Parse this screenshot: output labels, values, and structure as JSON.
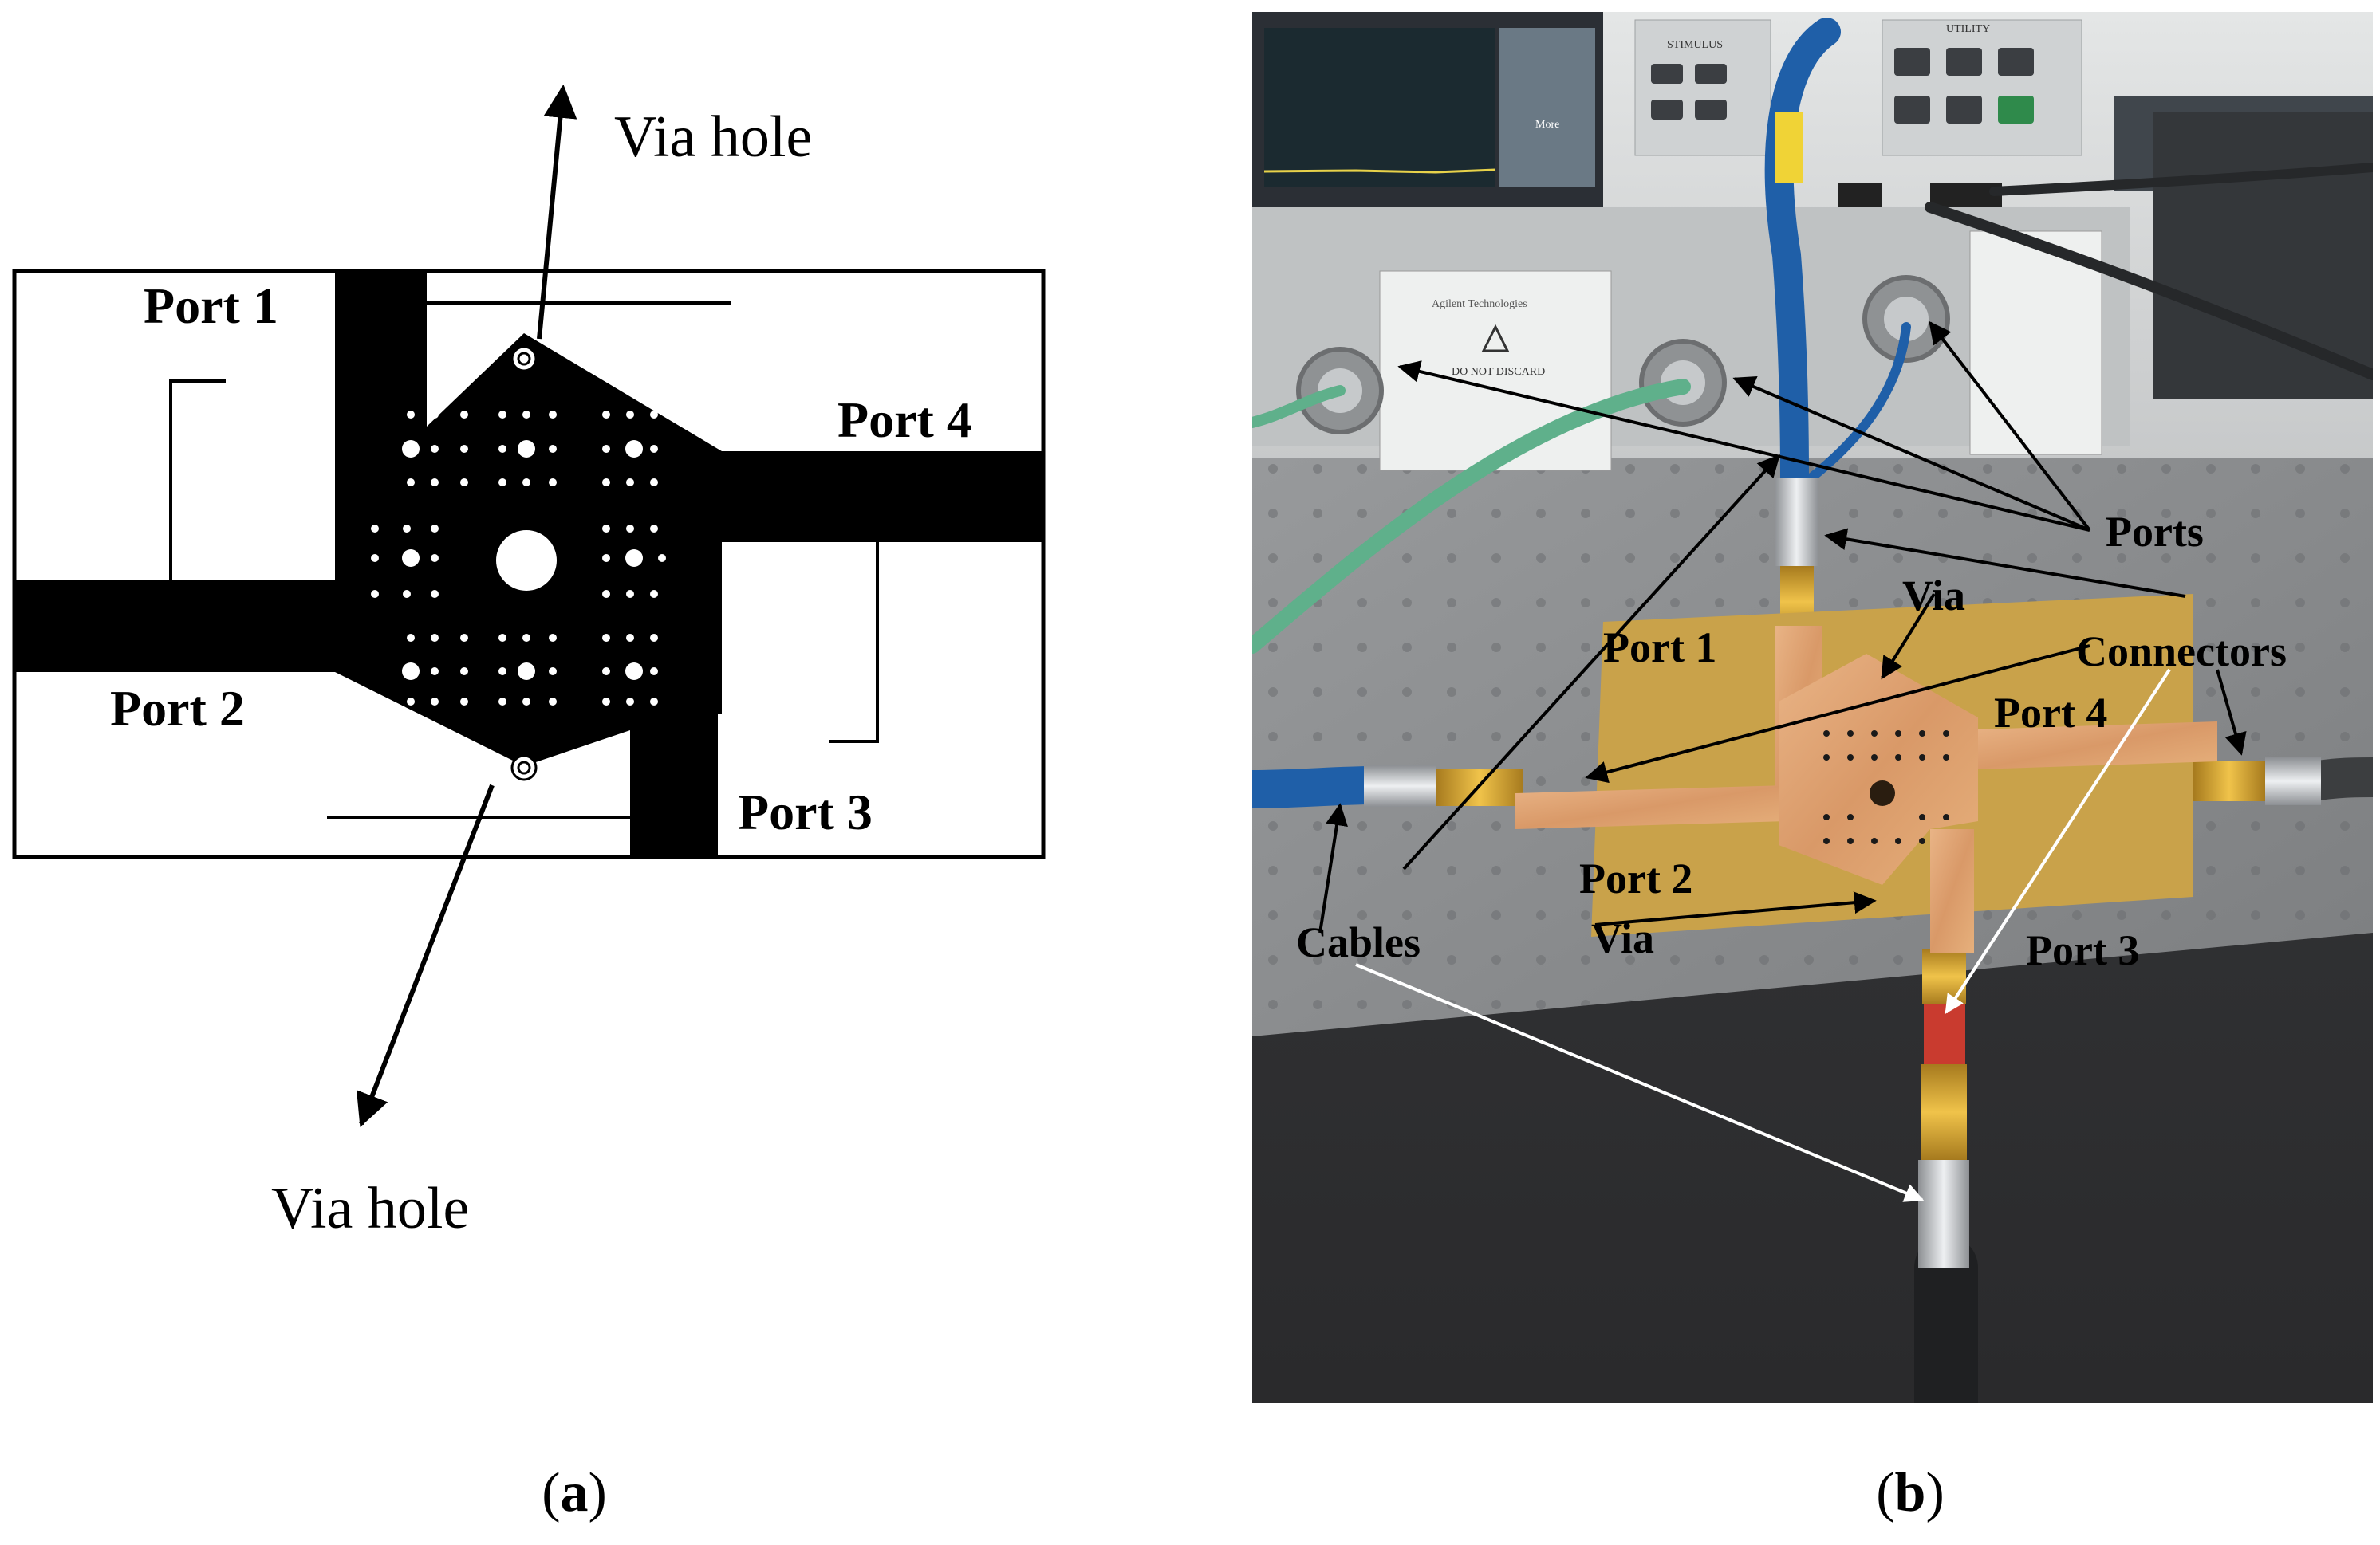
{
  "panel_a": {
    "caption_paren_open": "(",
    "caption_letter": "a",
    "caption_paren_close": ")",
    "via_hole_top": "Via hole",
    "via_hole_bottom": "Via hole",
    "port1": "Port 1",
    "port2": "Port 2",
    "port3": "Port 3",
    "port4": "Port 4"
  },
  "panel_b": {
    "caption_paren_open": "(",
    "caption_letter": "b",
    "caption_paren_close": ")",
    "label_ports": "Ports",
    "label_via_top": "Via",
    "label_connectors": "Connectors",
    "label_port1": "Port 1",
    "label_port2": "Port 2",
    "label_port3": "Port 3",
    "label_port4": "Port 4",
    "label_via_bottom": "Via",
    "label_cables": "Cables",
    "instrument_brand": "Agilent Technologies",
    "warning_text": "DO NOT DISCARD",
    "instrument_menu": "More",
    "instrument_stimulus": "STIMULUS",
    "instrument_utility": "UTILITY"
  },
  "colors": {
    "pcb_metal_diagram": "#000000",
    "substrate_photo": "#c9a24a",
    "copper_photo": "#e2a570",
    "cable_blue": "#1f5fa8",
    "cable_green": "#6fc39a",
    "table_gray": "#8a8c8e",
    "instrument_body": "#d6d8d8"
  }
}
